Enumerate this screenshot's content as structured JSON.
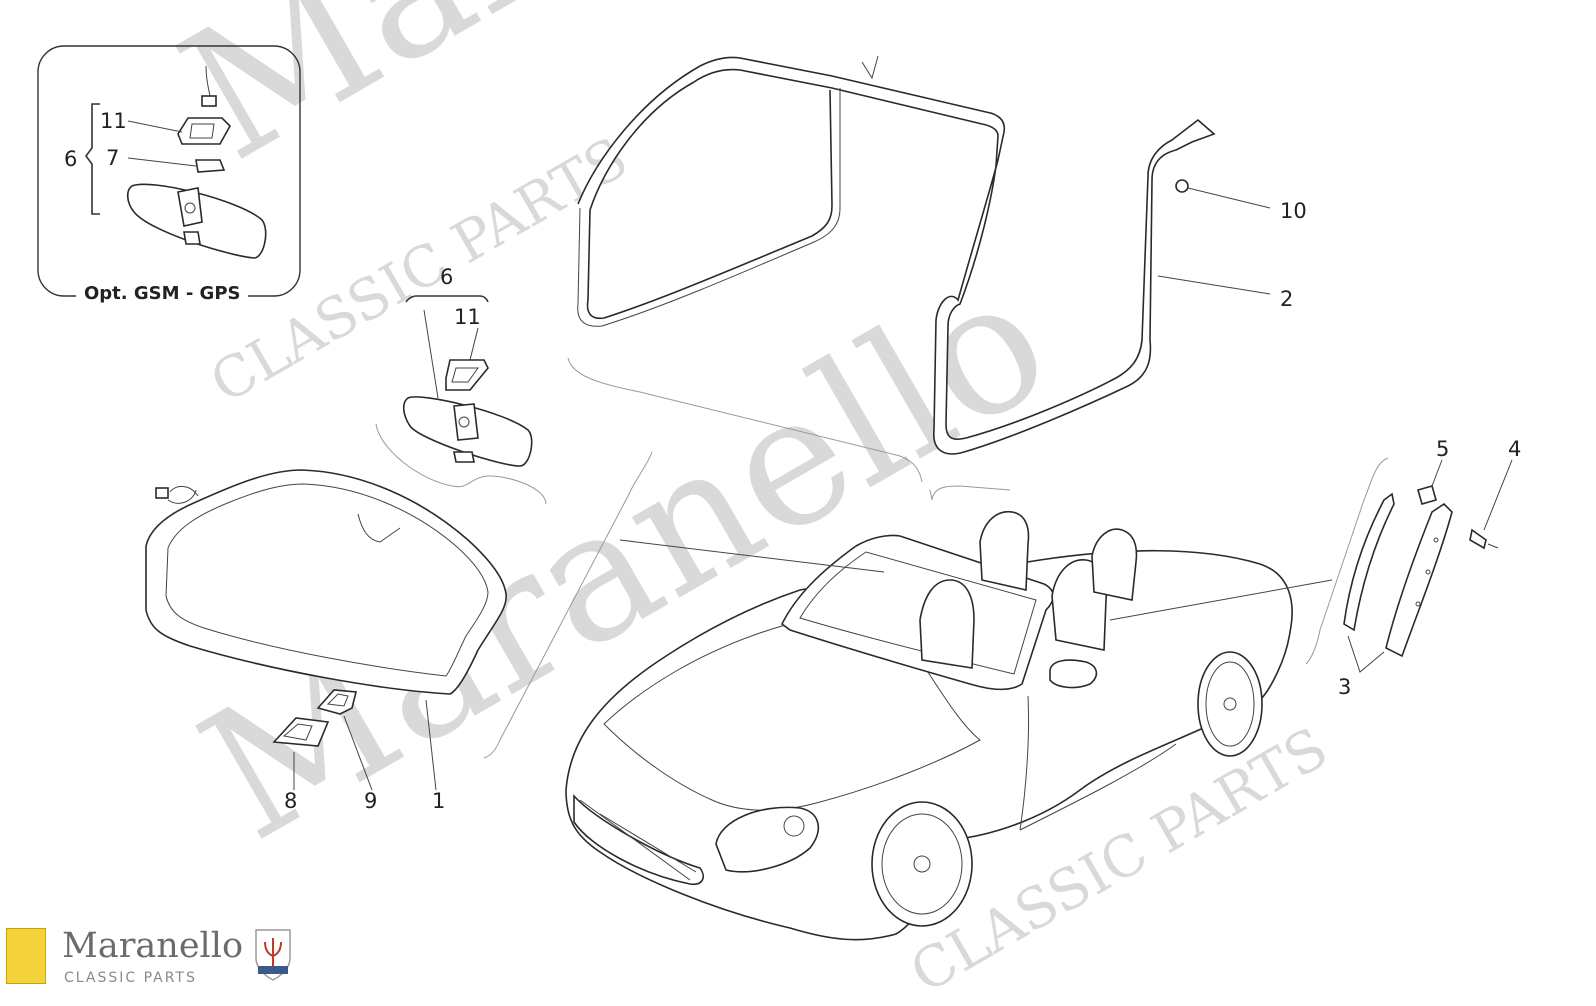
{
  "watermark": {
    "brand": "Maranello",
    "sub": "CLASSIC PARTS"
  },
  "inset": {
    "caption": "Opt. GSM - GPS",
    "labels": {
      "group": "6",
      "cover": "11",
      "clip": "7"
    }
  },
  "callouts": {
    "c1": "1",
    "c2": "2",
    "c3": "3",
    "c4": "4",
    "c5": "5",
    "c6": "6",
    "c11": "11",
    "c8": "8",
    "c9": "9",
    "c10": "10"
  },
  "brand": {
    "name": "Maranello",
    "sub": "CLASSIC PARTS"
  },
  "colors": {
    "line": "#2a2a2a",
    "watermark": "#d9d9d9",
    "ferrari_yellow": "#f3d23b"
  },
  "icons": [
    "ferrari-shield-icon",
    "maserati-trident-icon"
  ]
}
